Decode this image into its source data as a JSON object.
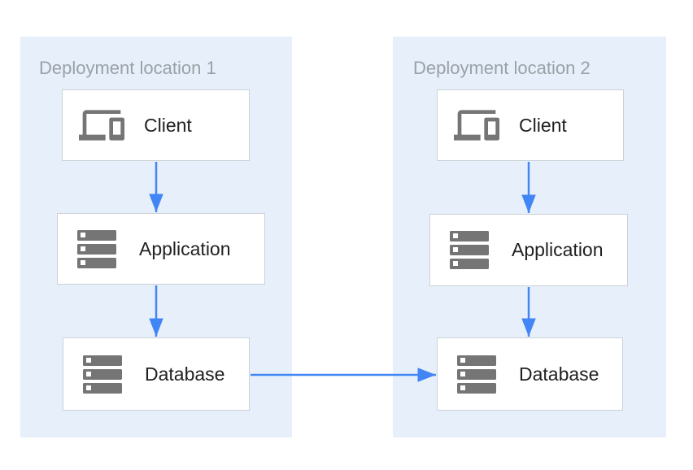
{
  "diagram": {
    "panels": [
      {
        "title": "Deployment location 1",
        "nodes": [
          {
            "id": "client-1",
            "label": "Client",
            "icon": "devices-icon"
          },
          {
            "id": "application-1",
            "label": "Application",
            "icon": "server-stack-icon"
          },
          {
            "id": "database-1",
            "label": "Database",
            "icon": "server-stack-icon"
          }
        ]
      },
      {
        "title": "Deployment location 2",
        "nodes": [
          {
            "id": "client-2",
            "label": "Client",
            "icon": "devices-icon"
          },
          {
            "id": "application-2",
            "label": "Application",
            "icon": "server-stack-icon"
          },
          {
            "id": "database-2",
            "label": "Database",
            "icon": "server-stack-icon"
          }
        ]
      }
    ],
    "connections": [
      {
        "from": "client-1",
        "to": "application-1"
      },
      {
        "from": "application-1",
        "to": "database-1"
      },
      {
        "from": "client-2",
        "to": "application-2"
      },
      {
        "from": "application-2",
        "to": "database-2"
      },
      {
        "from": "database-1",
        "to": "database-2"
      }
    ],
    "colors": {
      "accent": "#4285F4",
      "panel-bg": "#E7F0FA",
      "node-bg": "#FFFFFF",
      "node-border": "#CBD1D6",
      "icon": "#757575",
      "title": "#9AA0A6",
      "label": "#212121"
    }
  }
}
